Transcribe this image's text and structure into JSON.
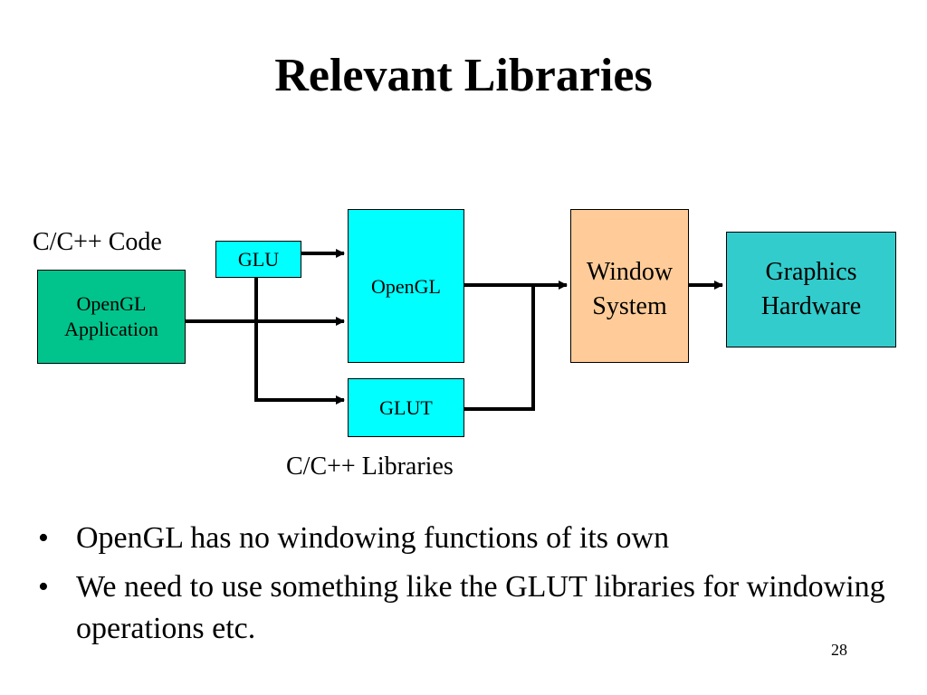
{
  "slide": {
    "title": "Relevant Libraries",
    "page_number": "28"
  },
  "diagram": {
    "label_code": "C/C++ Code",
    "label_libraries": "C/C++ Libraries",
    "boxes": {
      "application": "OpenGL\nApplication",
      "glu": "GLU",
      "opengl": "OpenGL",
      "glut": "GLUT",
      "window_system": "Window\nSystem",
      "graphics_hardware": "Graphics\nHardware"
    },
    "colors": {
      "application": "#00c48c",
      "cyan": "#00ffff",
      "window_system": "#ffcc99",
      "hardware": "#33cccc"
    }
  },
  "bullets": [
    {
      "marker": "•",
      "text": "OpenGL has no windowing functions of its own"
    },
    {
      "marker": "•",
      "text": "We need to use something like the GLUT libraries for windowing operations etc."
    }
  ]
}
